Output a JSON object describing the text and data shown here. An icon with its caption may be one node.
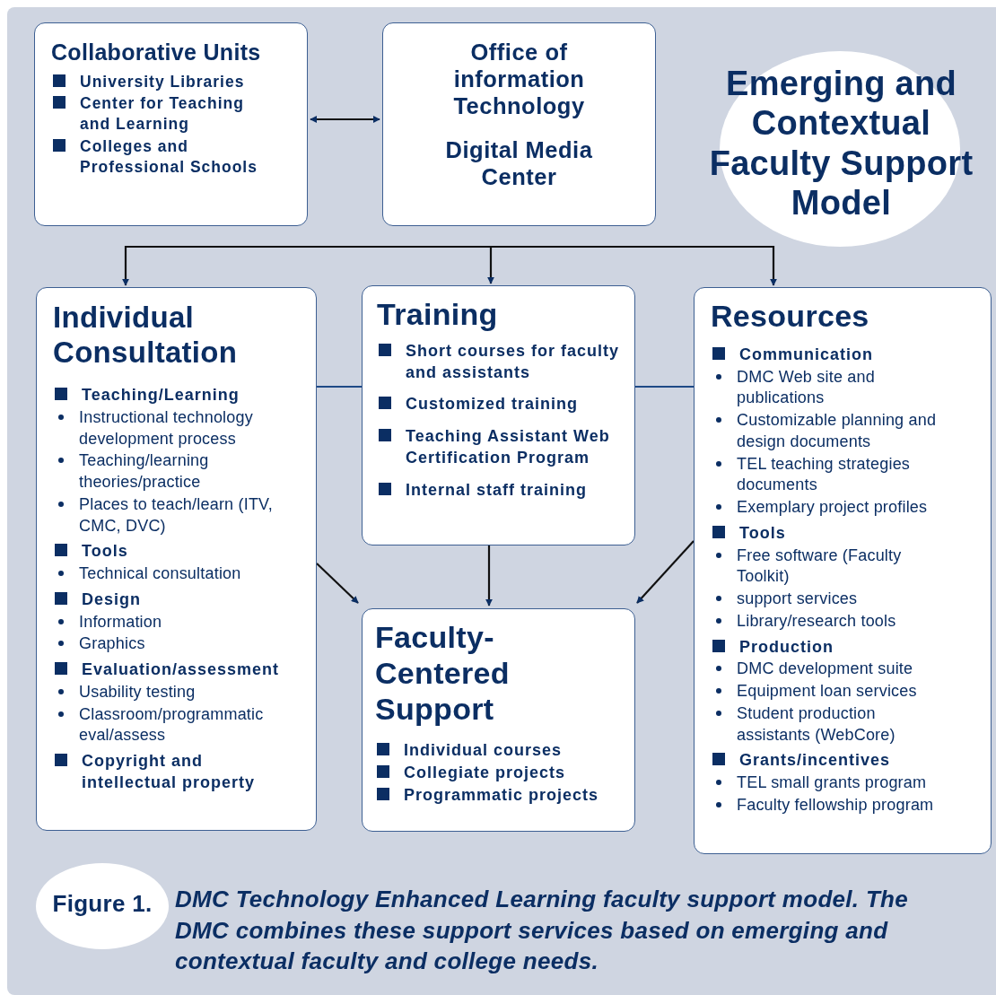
{
  "diagram": {
    "caption": "DMC Technology Enhanced Learning faculty support model. The DMC combines these support services based on emerging and contextual faculty and college needs.",
    "nodes": [
      {
        "text": [
          "Collaborative Units",
          "University Libraries",
          "Center for Teaching and Learning",
          "Colleges and Professional Schools"
        ]
      },
      {
        "text": [
          "Office of information Technology",
          "Digital Media Center"
        ]
      },
      {
        "text": [
          "Emerging and Contextual Faculty Support Model"
        ]
      },
      {
        "text": [
          "Individual Consultation",
          "Teaching/Learning",
          "Instructional technology development process",
          "Teaching/learning theories/practice",
          "Places to teach/learn (ITV, CMC, DVC)",
          "Tools",
          "Technical consultation",
          "Design",
          "Information",
          "Graphics",
          "Evaluation/assessment",
          "Usability testing",
          "Classroom/programmatic eval/assess",
          "Copyright and intellectual property"
        ]
      },
      {
        "text": [
          "Training",
          "Short courses for faculty and assistants",
          "Customized training",
          "Teaching Assistant Web Certification Program",
          "Internal staff training"
        ]
      },
      {
        "text": [
          "Resources",
          "Communication",
          "DMC Web site and publications",
          "Customizable planning and design documents",
          "TEL teaching strategies documents",
          "Exemplary project profiles",
          "Tools",
          "Free software (Faculty Toolkit)",
          "support services",
          "Library/research tools",
          "Production",
          "DMC development suite",
          "Equipment loan services",
          "Student production assistants (WebCore)",
          "Grants/incentives",
          "TEL small grants program",
          "Faculty fellowship program"
        ]
      },
      {
        "text": [
          "Faculty-Centered Support",
          "Individual courses",
          "Collegiate projects",
          "Programmatic projects"
        ]
      },
      {
        "text": [
          "Figure 1."
        ]
      }
    ],
    "edges": [
      {
        "from": 0,
        "to": 1,
        "arrow": "both"
      },
      {
        "from": null,
        "to": 3,
        "arrow": "to"
      },
      {
        "from": null,
        "to": 4,
        "arrow": "to"
      },
      {
        "from": null,
        "to": 5,
        "arrow": "to"
      },
      {
        "from": 3,
        "to": 4,
        "arrow": "none",
        "color": "#1f4a86"
      },
      {
        "from": 4,
        "to": 5,
        "arrow": "none",
        "color": "#1f4a86"
      },
      {
        "from": 3,
        "to": 6,
        "arrow": "to"
      },
      {
        "from": 4,
        "to": 6,
        "arrow": "to"
      },
      {
        "from": 5,
        "to": 6,
        "arrow": "to"
      }
    ]
  }
}
